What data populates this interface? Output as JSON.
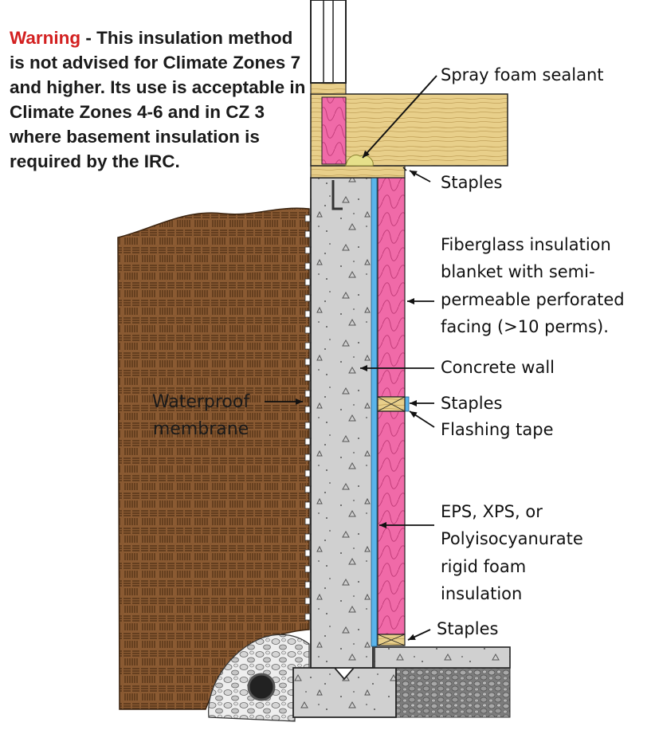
{
  "warning": {
    "word": "Warning",
    "rest": " - This insulation method is not advised for Climate Zones 7 and higher. Its use is acceptable in Climate Zones 4-6 and in CZ 3 where basement insulation is required by the IRC."
  },
  "labels": {
    "spray_foam": "Spray foam sealant",
    "staples_top": "Staples",
    "fiberglass": [
      "Fiberglass insulation",
      "blanket with semi-",
      "permeable perforated",
      "facing (>10 perms)."
    ],
    "concrete_wall": "Concrete wall",
    "staples_mid": "Staples",
    "flashing_tape": "Flashing tape",
    "rigid_foam": [
      "EPS, XPS, or",
      "Polyisocyanurate",
      "rigid foam",
      "insulation"
    ],
    "staples_bottom": "Staples",
    "waterproof": [
      "Waterproof",
      "membrane"
    ]
  },
  "colors": {
    "warning_red": "#d32020",
    "soil": "#8a5a32",
    "concrete": "#cfcfcf",
    "fiberglass": "#f06aa8",
    "wood": "#e8cf8a",
    "rigid_foam": "#5ab4ea",
    "gravel": "#9a9a9a"
  }
}
